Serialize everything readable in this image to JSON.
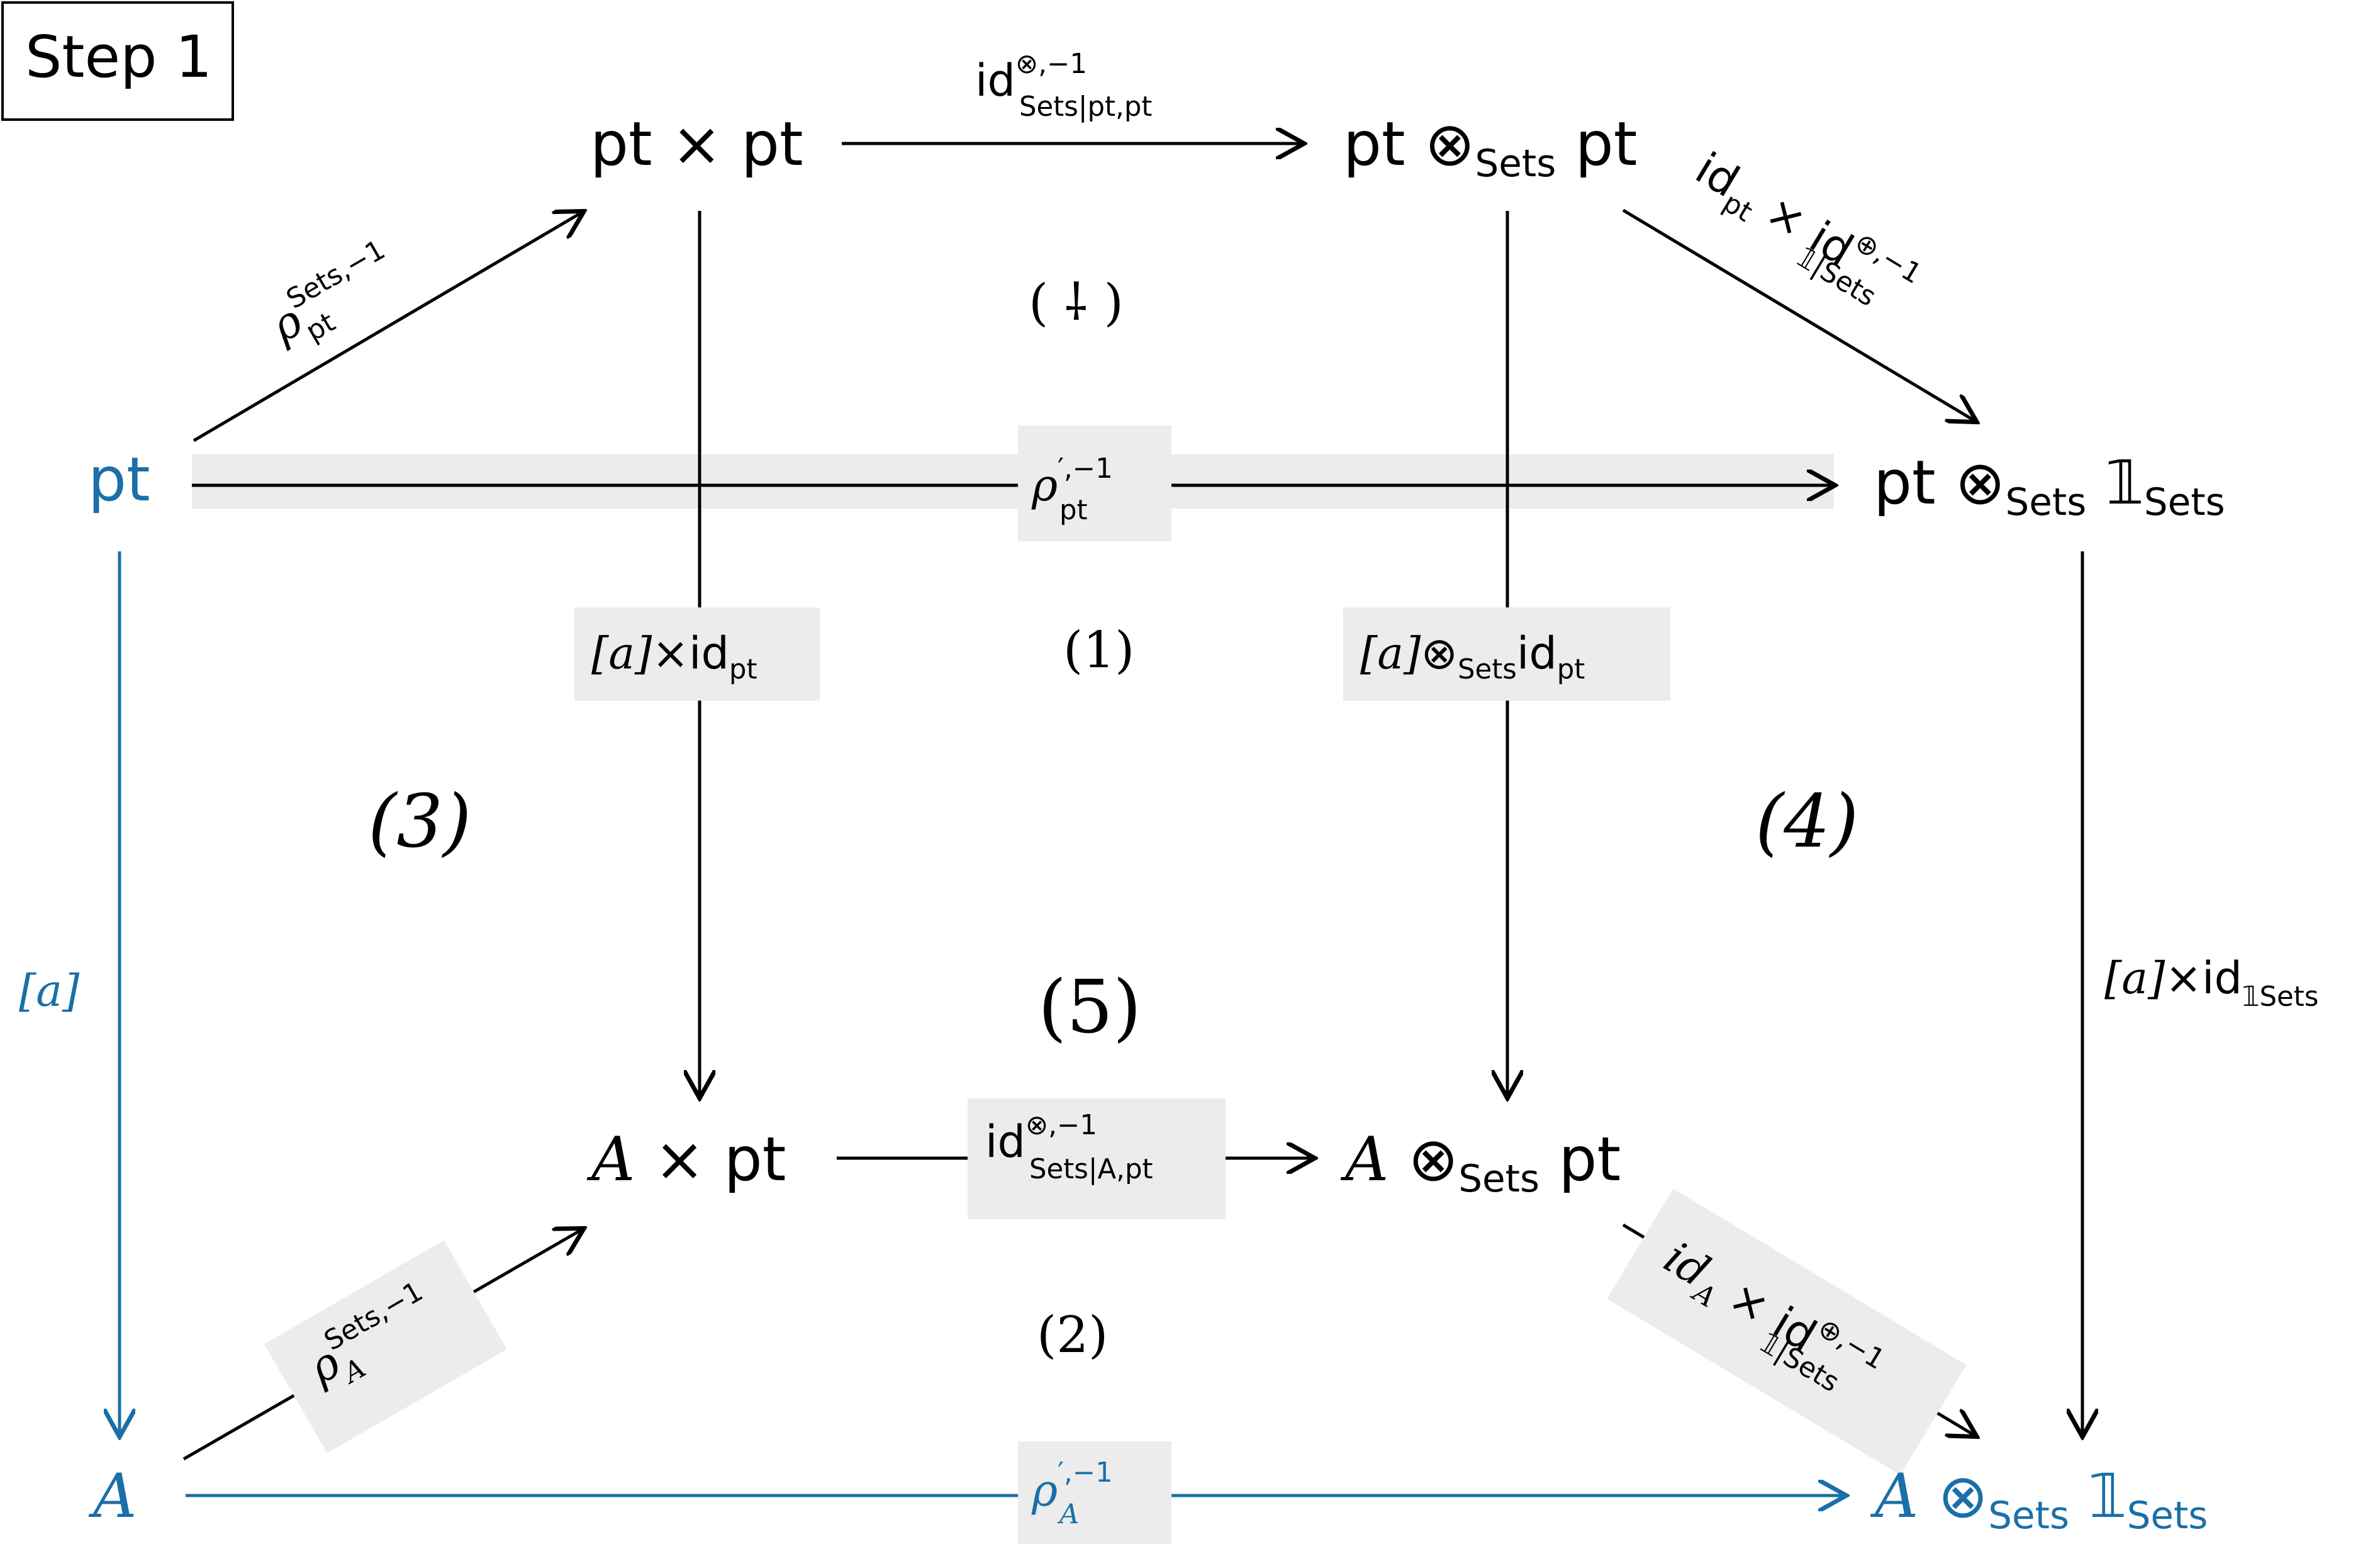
{
  "step_label": "Step 1",
  "colors": {
    "highlight": "#1a6fa8",
    "label_bg": "#ececec",
    "stroke": "#000000"
  },
  "nodes": {
    "pt_x_pt": "pt × pt",
    "pt_tensor_pt": {
      "base": "pt ⊗",
      "sub": "Sets",
      "tail": " pt"
    },
    "pt_left": "pt",
    "pt_tensor_one": {
      "base": "pt ⊗",
      "sub": "Sets",
      "mid": " 𝟙",
      "sub2": "Sets"
    },
    "A_x_pt": {
      "var": "A",
      "tail": " × pt"
    },
    "A_tensor_pt": {
      "var": "A",
      "mid": " ⊗",
      "sub": "Sets",
      "tail": " pt"
    },
    "A_left": "A",
    "A_tensor_one": {
      "var": "A",
      "mid": " ⊗",
      "sub": "Sets",
      "mid2": " 𝟙",
      "sub2": "Sets"
    }
  },
  "labels": {
    "top_id": {
      "base": "id",
      "sup": "⊗,−1",
      "sub": "Sets|pt,pt"
    },
    "rho_pt_sets": {
      "base": "ρ",
      "sup": "Sets,−1",
      "sub": "pt"
    },
    "id_pt_times_id_unit": {
      "base": "id",
      "sub1": "pt",
      "mid": " × id",
      "sup": "⊕,−1",
      "sub2": "𝟙|Sets"
    },
    "rho_pt_prime": {
      "base": "ρ",
      "sup": "′,−1",
      "sub": "pt"
    },
    "a_times_id_pt": {
      "var": "[a]",
      "mid": "×id",
      "sub": "pt"
    },
    "a_tensor_id_pt": {
      "var": "[a]",
      "mid": "⊗",
      "sub": "Sets",
      "mid2": "id",
      "sub2": "pt"
    },
    "a_left": "[a]",
    "a_times_id_unit": {
      "var": "[a]",
      "mid": "×id",
      "sub": "𝟙Sets"
    },
    "mid_id": {
      "base": "id",
      "sup": "⊗,−1",
      "sub": "Sets|A,pt"
    },
    "rho_A_sets": {
      "base": "ρ",
      "sup": "Sets,−1",
      "sub": "A"
    },
    "id_A_times_id_unit": {
      "base": "id",
      "sub1": "A",
      "mid": " × id",
      "sup": "⊕,−1",
      "sub2": "𝟙|Sets"
    },
    "rho_A_prime": {
      "base": "ρ",
      "sup": "′,−1",
      "sub": "A"
    }
  },
  "regions": {
    "r0": "( ⸸ )",
    "r1": "(1)",
    "r2": "(2)",
    "r3": "(3)",
    "r4": "(4)",
    "r5": "(5)"
  }
}
